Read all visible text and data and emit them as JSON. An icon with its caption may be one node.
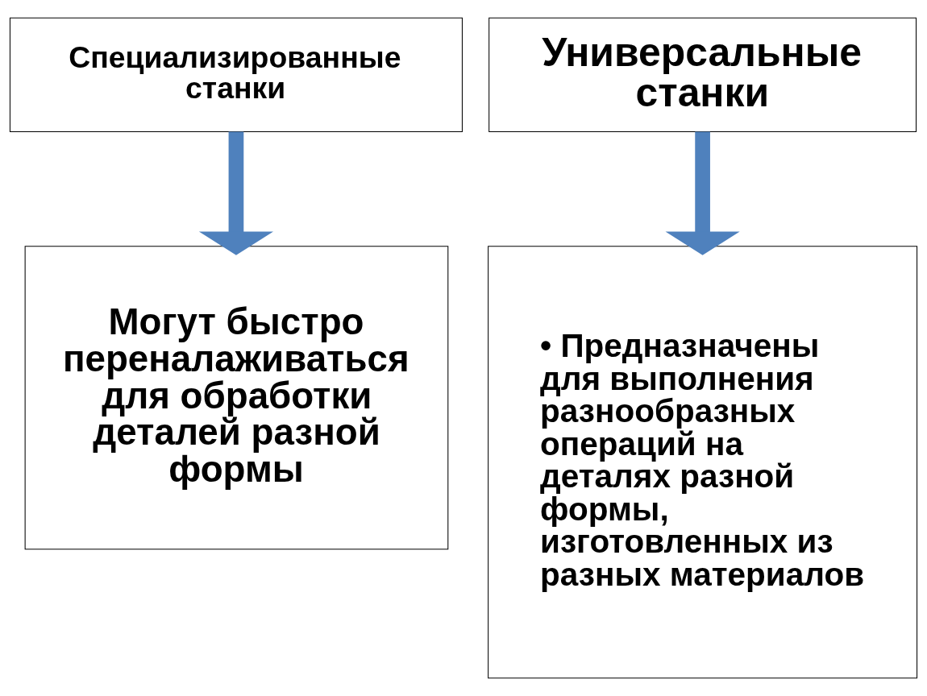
{
  "diagram": {
    "nodes": [
      {
        "text": [
          "Специализированные станки"
        ]
      },
      {
        "text": [
          "Универсальные станки"
        ]
      },
      {
        "text": [
          "Могут быстро переналаживаться для обработки деталей разной формы"
        ]
      },
      {
        "text": [
          "• Предназначены для выполнения разнообразных операций на деталях разной формы, изготовленных из разных материалов"
        ]
      }
    ],
    "edges": [
      {
        "from": 0,
        "to": 2,
        "arrow": "to",
        "color": "#4f81bd"
      },
      {
        "from": 1,
        "to": 3,
        "arrow": "to",
        "color": "#4f81bd"
      }
    ]
  }
}
